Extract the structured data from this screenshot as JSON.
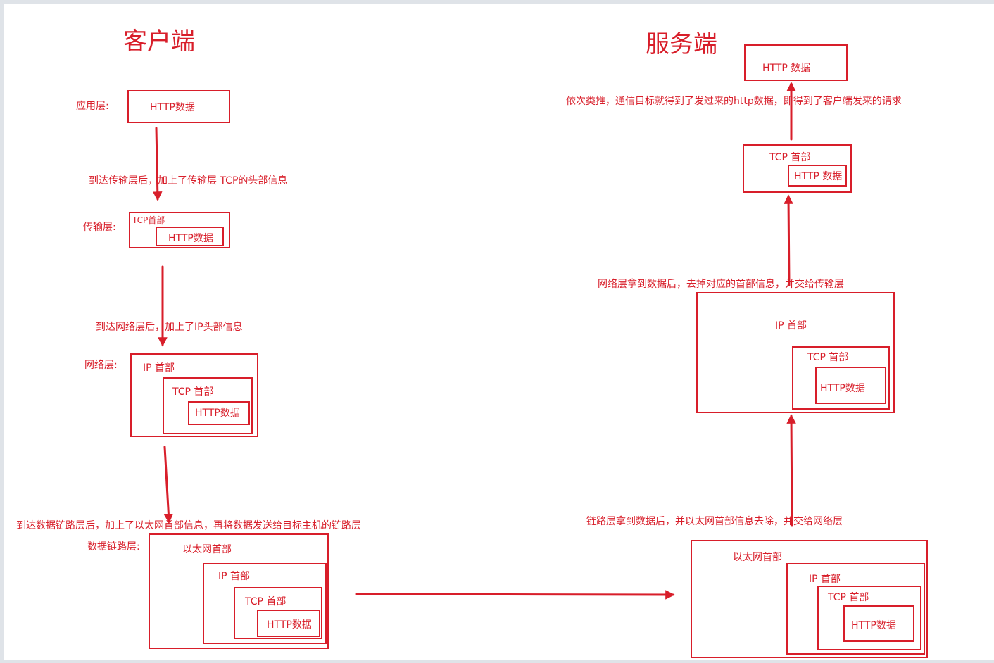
{
  "titles": {
    "client": "客户端",
    "server": "服务端"
  },
  "layers": {
    "application": "应用层:",
    "transport": "传输层:",
    "network": "网络层:",
    "datalink": "数据链路层:"
  },
  "headers": {
    "http": "HTTP数据",
    "http_spaced": "HTTP 数据",
    "tcp_compact": "TCP首部",
    "tcp": "TCP 首部",
    "ip": "IP 首部",
    "ethernet": "以太网首部"
  },
  "notes": {
    "to_transport": "到达传输层后，加上了传输层 TCP的头部信息",
    "to_network": "到达网络层后，加上了IP头部信息",
    "to_datalink": "到达数据链路层后，加上了以太网首部信息，再将数据发送给目标主机的链路层",
    "server_datalink": "链路层拿到数据后，并以太网首部信息去除，并交给网络层",
    "server_network": "网络层拿到数据后，去掉对应的首部信息，并交给传输层",
    "server_result": "依次类推，通信目标就得到了发过来的http数据，即得到了客户端发来的请求"
  },
  "colors": {
    "accent": "#d81e2a",
    "frame": "#dfe3e8"
  }
}
